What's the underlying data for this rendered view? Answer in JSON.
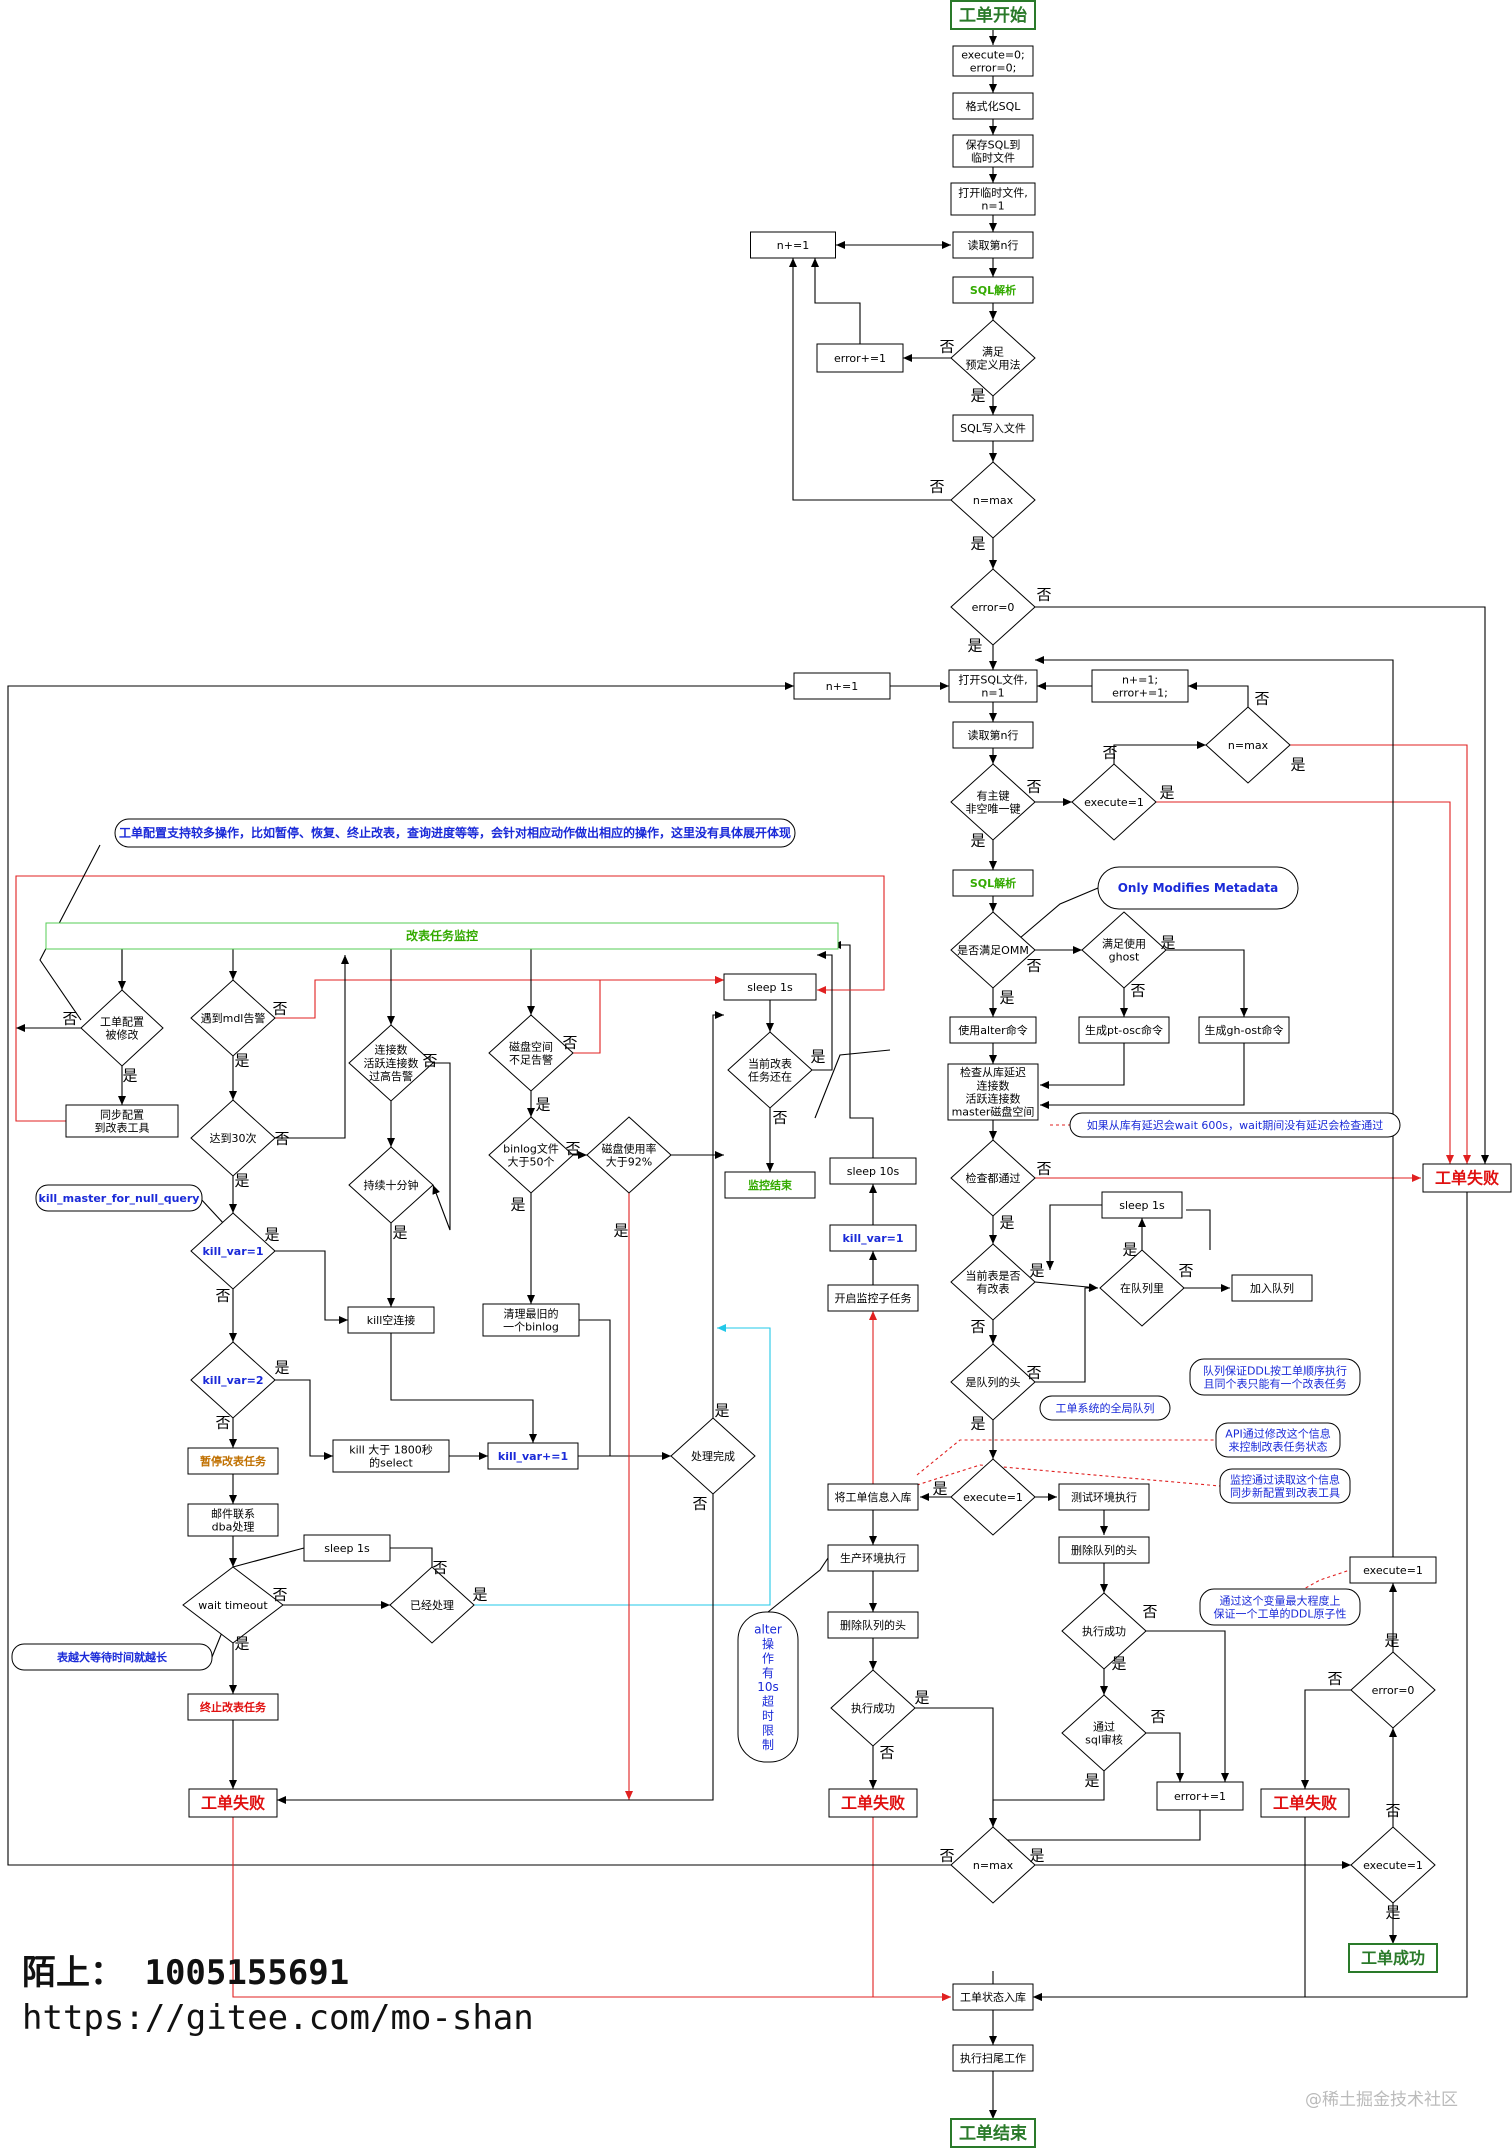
{
  "nodes": {
    "start": "工单开始",
    "init_exec": "execute=0;\nerror=0;",
    "format_sql": "格式化SQL",
    "save_sql": "保存SQL到\n临时文件",
    "open_tmp1": "打开临时文件,\nn=1",
    "read_n1": "读取第n行",
    "n_inc1": "n+=1",
    "sql_parse1": "SQL解析",
    "err_inc1": "error+=1",
    "match_usage": "满足\n预定义用法",
    "sql_write": "SQL写入文件",
    "n_max1": "n=max",
    "err0_1": "error=0",
    "n_inc_left": "n+=1",
    "open_sql2": "打开SQL文件,\nn=1",
    "n_inc_err": "n+=1;\nerror+=1;",
    "read_n2": "读取第n行",
    "n_max2": "n=max",
    "has_pk": "有主键\n非空唯一键",
    "exec1_a": "execute=1",
    "sql_parse2": "SQL解析",
    "omm_note": "Only Modifies Metadata",
    "is_omm": "是否满足OMM",
    "use_ghost": "满足使用\nghost",
    "use_alter": "使用alter命令",
    "gen_ptosc": "生成pt-osc命令",
    "gen_ghost": "生成gh-ost命令",
    "check_slave": "检查从库延迟\n连接数\n活跃连接数\nmaster磁盘空间",
    "slave_note": "如果从库有延迟会wait 600s，wait期间没有延迟会检查通过",
    "check_pass": "检查都通过",
    "fail_right": "工单失败",
    "sleep1s_r": "sleep 1s",
    "cur_table": "当前表是否\n有改表",
    "in_queue": "在队列里",
    "join_queue": "加入队列",
    "queue_note": "队列保证DDL按工单顺序执行\n且同个表只能有一个改表任务",
    "is_head": "是队列的头",
    "global_queue": "工单系统的全局队列",
    "api_note": "API通过修改这个信息\n来控制改表任务状态",
    "monitor_note": "监控通过读取这个信息\n同步新配置到改表工具",
    "exec1_b": "execute=1",
    "save_order": "将工单信息入库",
    "test_env": "测试环境执行",
    "del_head1": "删除队列的头",
    "exec_ok1": "执行成功",
    "sql_audit": "通过\nsql审核",
    "err_inc2": "error+=1",
    "var_note": "通过这个变量最大程度上\n保证一个工单的DDL原子性",
    "exec1_c": "execute=1",
    "err0_2": "error=0",
    "fail_mid": "工单失败",
    "exec1_d": "execute=1",
    "success": "工单成功",
    "prod_exec": "生产环境执行",
    "alter_note": "alter\n操\n作\n有\n10s\n超\n时\n限\n制",
    "del_head2": "删除队列的头",
    "exec_ok2": "执行成功",
    "fail_center": "工单失败",
    "n_max3": "n=max",
    "status_save": "工单状态入库",
    "tail_work": "执行扫尾工作",
    "end": "工单结束",
    "config_note": "工单配置支持较多操作，比如暂停、恢复、终止改表，查询进度等等，会针对相应动作做出相应的操作，这里没有具体展开体现",
    "monitor_bar": "改表任务监控",
    "config_changed": "工单配置\n被修改",
    "sync_config": "同步配置\n到改表工具",
    "mdl_alarm": "遇到mdl告警",
    "reach30": "达到30次",
    "kill_null_note": "kill_master_for_null_query",
    "kill_var1": "kill_var=1",
    "kill_var2": "kill_var=2",
    "pause_task": "暂停改表任务",
    "mail_dba": "邮件联系\ndba处理",
    "wait_timeout": "wait timeout",
    "sleep1s_l": "sleep 1s",
    "already": "已经处理",
    "table_note": "表越大等待时间就越长",
    "stop_task": "终止改表任务",
    "fail_left": "工单失败",
    "conn_alarm": "连接数\n活跃连接数\n过高告警",
    "last10": "持续十分钟",
    "kill_conn": "kill空连接",
    "kill1800": "kill 大于 1800秒\n的select",
    "kill_var_inc": "kill_var+=1",
    "disk_alarm": "磁盘空间\n不足告警",
    "binlog50": "binlog文件\n大于50个",
    "clean_binlog": "清理最旧的\n一个binlog",
    "disk92": "磁盘使用率\n大于92%",
    "sleep1s_m": "sleep 1s",
    "task_exists": "当前改表\n任务还在",
    "monitor_end": "监控结束",
    "handled": "处理完成",
    "sleep10s": "sleep 10s",
    "kill_var1_b": "kill_var=1",
    "open_monitor": "开启监控子任务"
  },
  "labels": {
    "yes": "是",
    "no": "否"
  },
  "watermark": {
    "author": "陌上： 1005155691",
    "url": "https://gitee.com/mo-shan",
    "site": "@稀土掘金技术社区"
  },
  "colors": {
    "line": "#000000",
    "red_flow": "#e02020",
    "cyan_flow": "#22c8e8",
    "green_text": "#33aa00",
    "blue_text": "#1a2ad8",
    "orange_text": "#c07000",
    "red_text": "#e01010",
    "title_border": "#2a7a2a"
  }
}
